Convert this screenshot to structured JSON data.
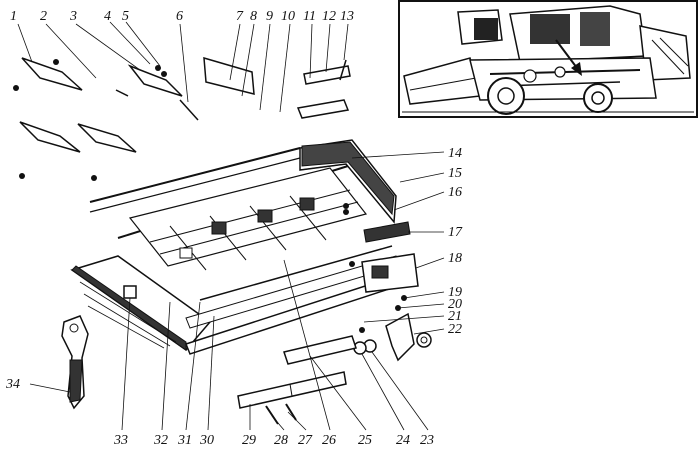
{
  "diagram": {
    "callouts": [
      {
        "id": "1",
        "label": "1"
      },
      {
        "id": "2",
        "label": "2"
      },
      {
        "id": "3",
        "label": "3"
      },
      {
        "id": "4",
        "label": "4"
      },
      {
        "id": "5",
        "label": "5"
      },
      {
        "id": "6",
        "label": "6"
      },
      {
        "id": "7",
        "label": "7"
      },
      {
        "id": "8",
        "label": "8"
      },
      {
        "id": "9",
        "label": "9"
      },
      {
        "id": "10",
        "label": "10"
      },
      {
        "id": "11",
        "label": "11"
      },
      {
        "id": "12",
        "label": "12"
      },
      {
        "id": "13",
        "label": "13"
      },
      {
        "id": "14",
        "label": "14"
      },
      {
        "id": "15",
        "label": "15"
      },
      {
        "id": "16",
        "label": "16"
      },
      {
        "id": "17",
        "label": "17"
      },
      {
        "id": "18",
        "label": "18"
      },
      {
        "id": "19",
        "label": "19"
      },
      {
        "id": "20",
        "label": "20"
      },
      {
        "id": "21",
        "label": "21"
      },
      {
        "id": "22",
        "label": "22"
      },
      {
        "id": "23",
        "label": "23"
      },
      {
        "id": "24",
        "label": "24"
      },
      {
        "id": "25",
        "label": "25"
      },
      {
        "id": "26",
        "label": "26"
      },
      {
        "id": "27",
        "label": "27"
      },
      {
        "id": "28",
        "label": "28"
      },
      {
        "id": "29",
        "label": "29"
      },
      {
        "id": "30",
        "label": "30"
      },
      {
        "id": "31",
        "label": "31"
      },
      {
        "id": "32",
        "label": "32"
      },
      {
        "id": "33",
        "label": "33"
      },
      {
        "id": "34",
        "label": "34"
      }
    ]
  }
}
